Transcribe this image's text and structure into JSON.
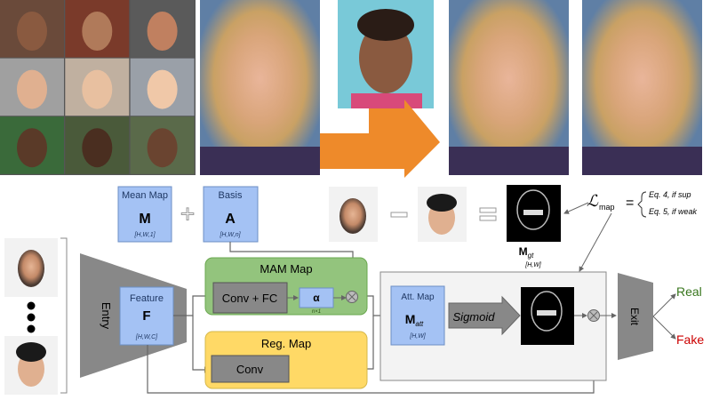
{
  "top": {
    "face_grid_count": 9,
    "colors": {
      "arrow": "#ee8a2a",
      "frame_bg": "#6d86a8"
    }
  },
  "diagram": {
    "mean_map": {
      "title": "Mean Map",
      "symbol": "M",
      "dims": "[H,W,1]"
    },
    "basis": {
      "title": "Basis",
      "symbol": "A",
      "dims": "[H,W,n]"
    },
    "mgt": {
      "symbol": "M",
      "sub": "gt",
      "dims": "[H,W]"
    },
    "loss": {
      "symbol": "ℒ",
      "sub": "map",
      "eq": "=",
      "case1": "Eq. 4, if sup",
      "case2": "Eq. 5, if weak"
    },
    "entry": "Entry",
    "feature": {
      "title": "Feature",
      "symbol": "F",
      "dims": "[H,W,C]"
    },
    "mam": {
      "title": "MAM Map",
      "conv_fc": "Conv + FC",
      "alpha": "α",
      "alpha_dims": "n×1"
    },
    "reg": {
      "title": "Reg. Map",
      "conv": "Conv"
    },
    "att": {
      "title": "Att. Map",
      "symbol": "M",
      "sub": "att",
      "dims": "[H,W]"
    },
    "sigmoid": "Sigmoid",
    "exit": "Exit",
    "real": "Real",
    "fake": "Fake",
    "colors": {
      "blue": "#a4c2f4",
      "green": "#93c47d",
      "yellow": "#ffd966",
      "gray": "#808080",
      "real": "#38761d",
      "fake": "#cc0000"
    }
  }
}
